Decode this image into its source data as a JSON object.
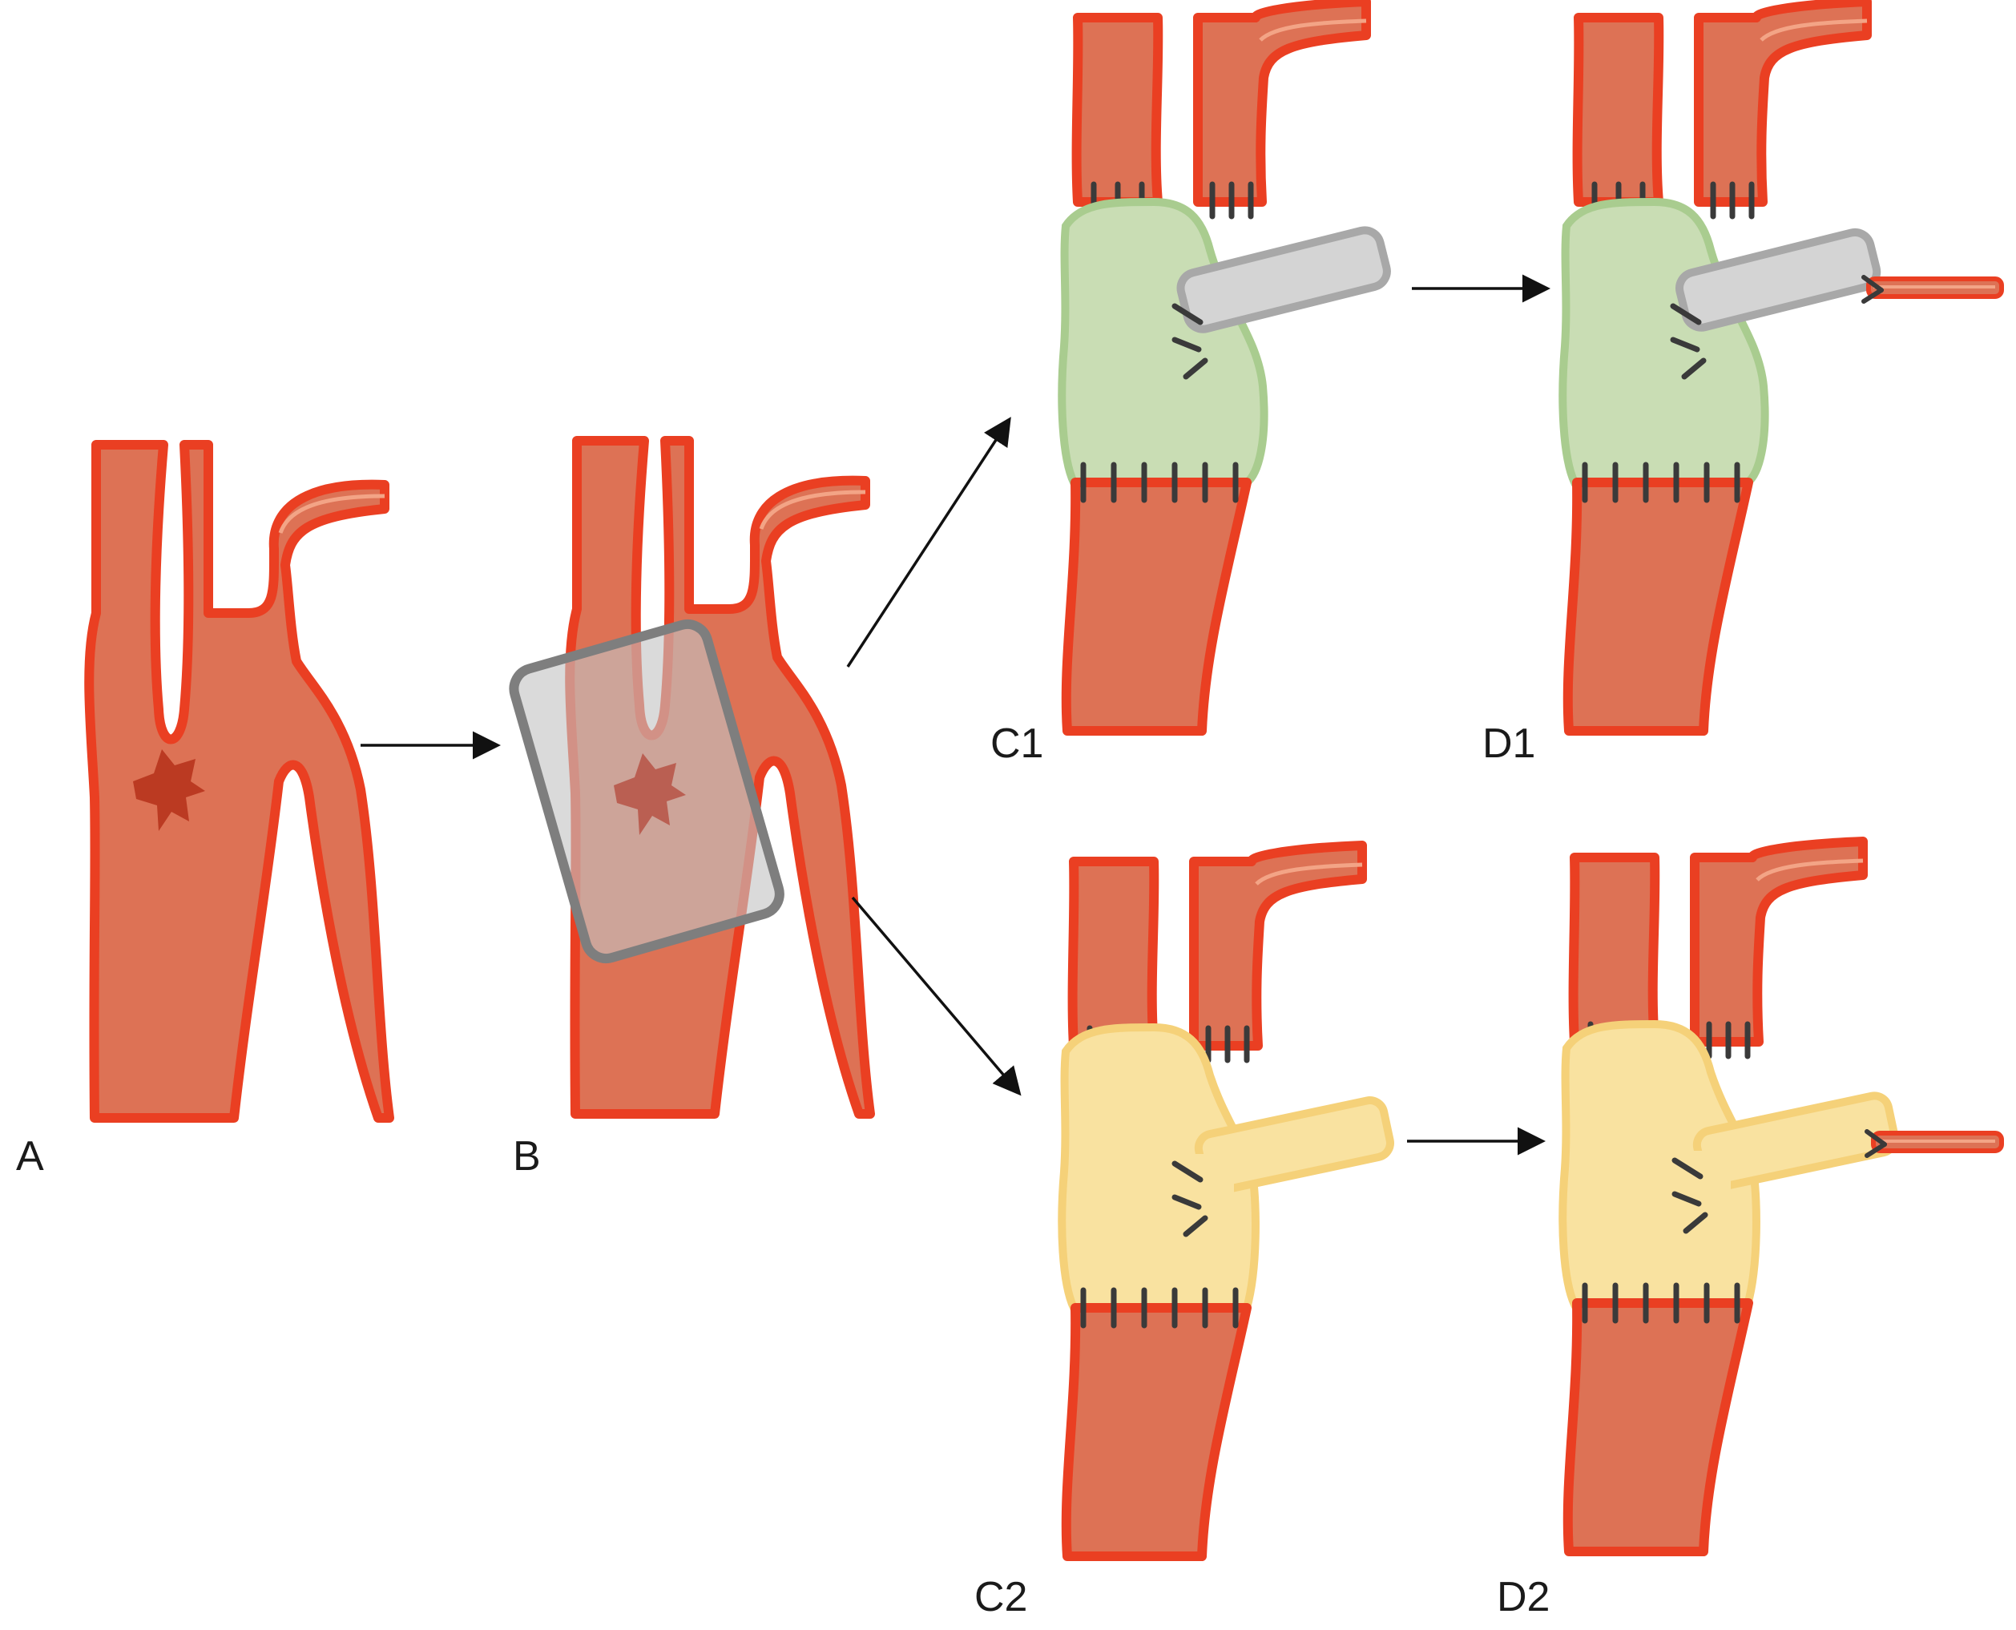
{
  "colors": {
    "vessel_fill": "#dd7255",
    "vessel_wall": "#ea3f22",
    "injury": "#bb3a22",
    "patch_gray": "#c4c4c4",
    "patch_gray_border": "#7e7e7e",
    "graft_green": "#c9ddb4",
    "graft_green_border": "#a9cc8f",
    "graft_yellow": "#f9e2a0",
    "graft_yellow_border": "#f5d179",
    "tube_gray": "#d4d4d4",
    "tube_gray_border": "#a8a8a8",
    "suture": "#3a3a3a",
    "arrow": "#111111",
    "background": "#ffffff"
  },
  "panels": [
    {
      "id": "A",
      "label": "A"
    },
    {
      "id": "B",
      "label": "B"
    },
    {
      "id": "C1",
      "label": "C1"
    },
    {
      "id": "D1",
      "label": "D1"
    },
    {
      "id": "C2",
      "label": "C2"
    },
    {
      "id": "D2",
      "label": "D2"
    }
  ],
  "arrows": [
    {
      "from": "A",
      "to": "B"
    },
    {
      "from": "B",
      "to": "C1"
    },
    {
      "from": "B",
      "to": "C2"
    },
    {
      "from": "C1",
      "to": "D1"
    },
    {
      "from": "C2",
      "to": "D2"
    }
  ]
}
